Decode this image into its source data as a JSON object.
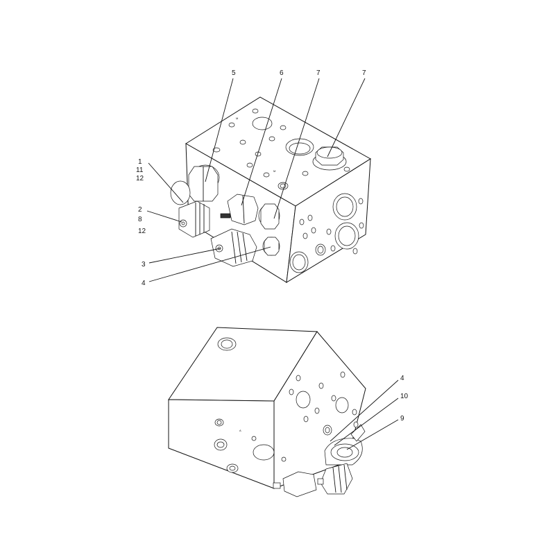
{
  "callouts": {
    "top": [
      "5",
      "6",
      "7",
      "7",
      "1",
      "11",
      "12",
      "2",
      "8",
      "12",
      "3",
      "4"
    ],
    "bottom": [
      "4",
      "10",
      "9"
    ]
  }
}
